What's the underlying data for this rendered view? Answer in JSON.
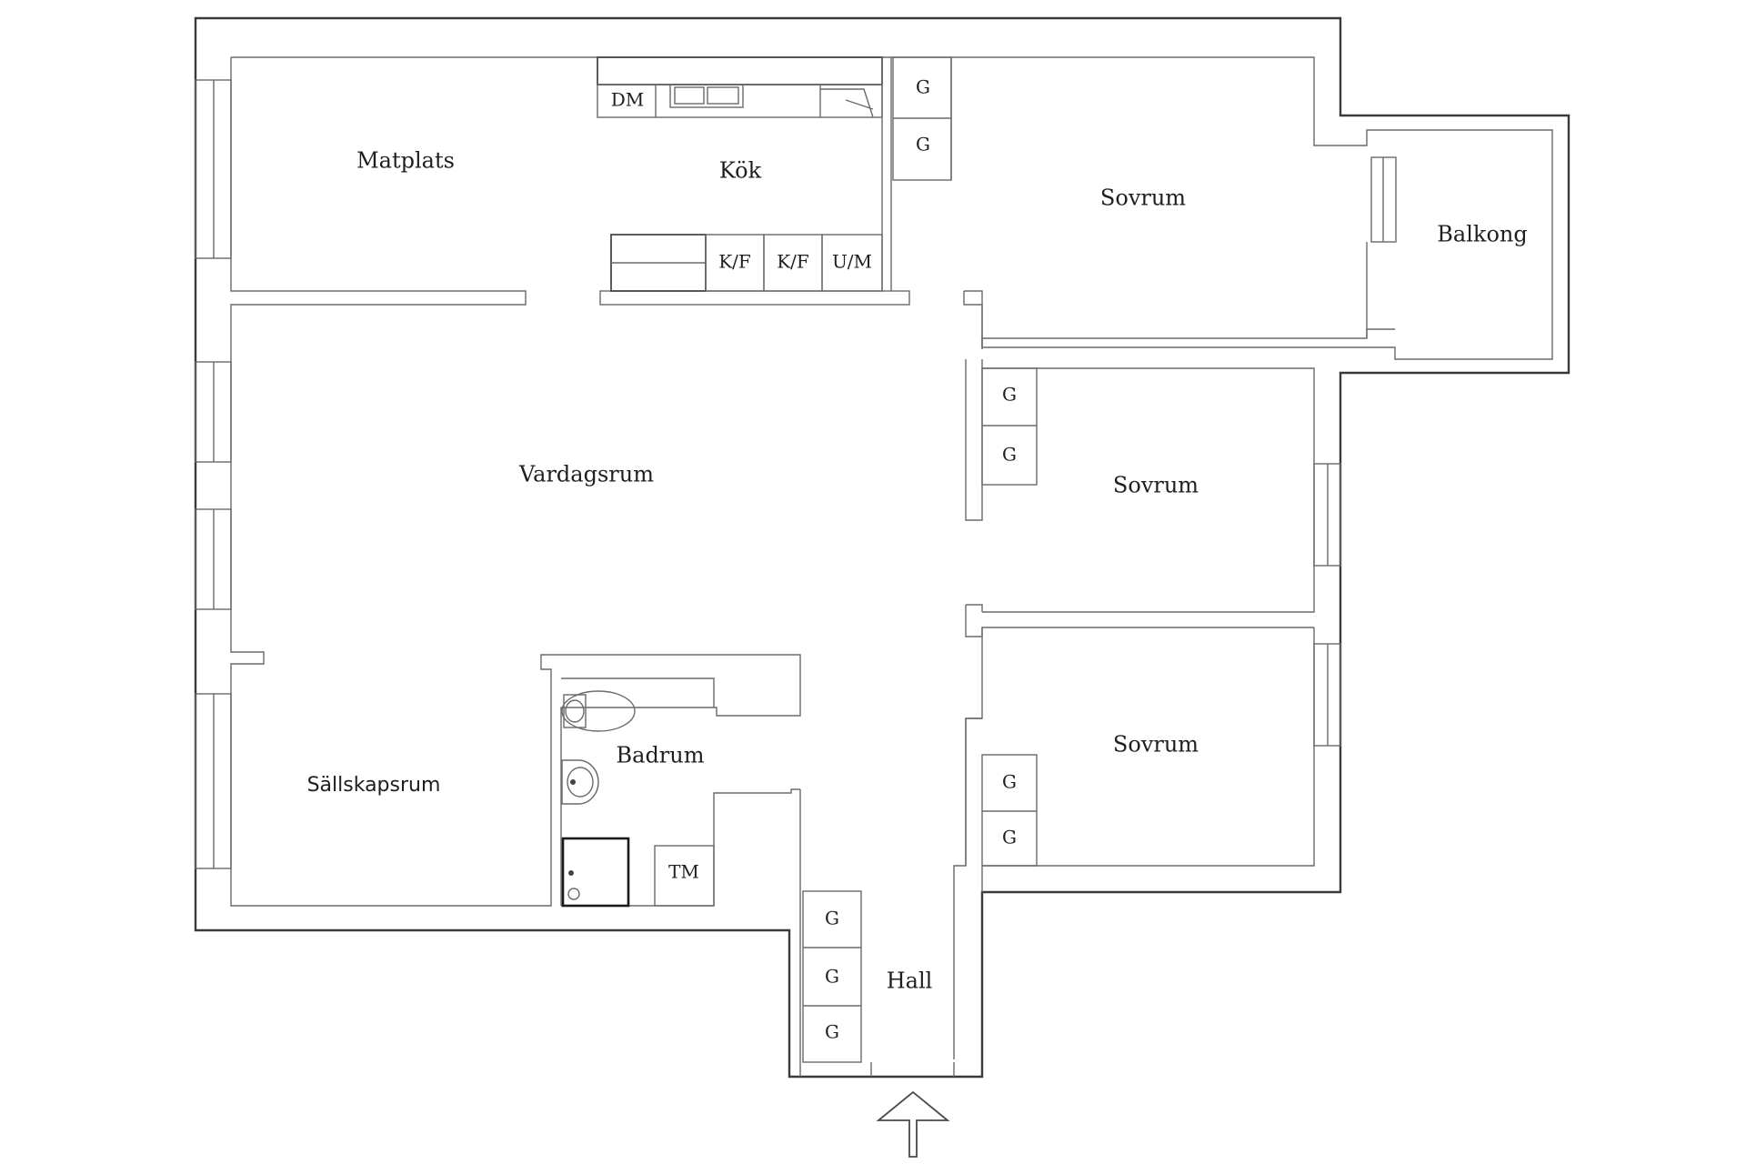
{
  "rooms": {
    "matplats": "Matplats",
    "kok": "Kök",
    "sovrum_1": "Sovrum",
    "sovrum_2": "Sovrum",
    "sovrum_3": "Sovrum",
    "balkong": "Balkong",
    "vardagsrum": "Vardagsrum",
    "sallskapsrum": "Sällskapsrum",
    "badrum": "Badrum",
    "hall": "Hall"
  },
  "fixtures": {
    "dishwasher": "DM",
    "fridge_freezer_1": "K/F",
    "fridge_freezer_2": "K/F",
    "oven_micro": "U/M",
    "washer": "TM",
    "wardrobe": "G"
  },
  "icons": {
    "entrance": "entrance-arrow-icon",
    "toilet": "toilet-icon",
    "sink": "sink-icon",
    "shower": "shower-icon",
    "kitchen_sink": "kitchen-sink-icon",
    "stove": "stove-icon"
  }
}
